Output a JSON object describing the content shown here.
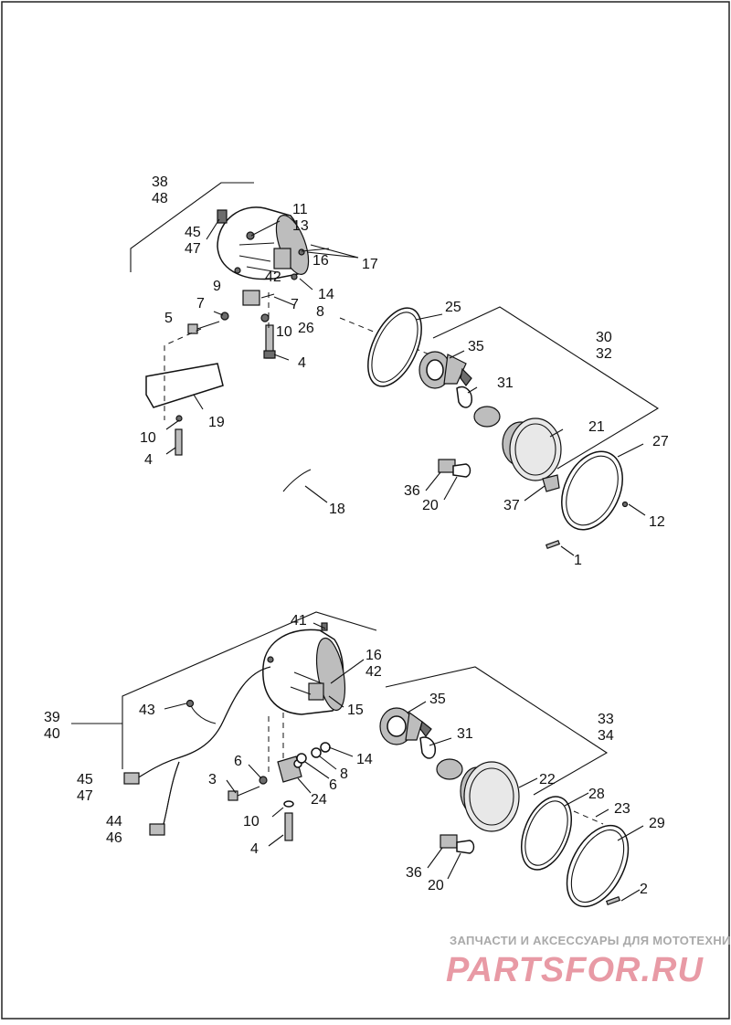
{
  "callouts_top": {
    "c38": "38",
    "c48": "48",
    "c11": "11",
    "c13": "13",
    "c45": "45",
    "c47": "47",
    "c16": "16",
    "c17": "17",
    "c42": "42",
    "c9": "9",
    "c14": "14",
    "c7a": "7",
    "c7b": "7",
    "c8": "8",
    "c5": "5",
    "c10a": "10",
    "c26": "26",
    "c4a": "4",
    "c25": "25",
    "c35": "35",
    "c30": "30",
    "c32": "32",
    "c31": "31",
    "c21": "21",
    "c27": "27",
    "c19": "19",
    "c10b": "10",
    "c4b": "4",
    "c36": "36",
    "c20": "20",
    "c37": "37",
    "c12": "12",
    "c18": "18",
    "c1": "1"
  },
  "callouts_bottom": {
    "c41": "41",
    "c16": "16",
    "c42": "42",
    "c39": "39",
    "c40": "40",
    "c43": "43",
    "c15": "15",
    "c35": "35",
    "c33": "33",
    "c34": "34",
    "c31": "31",
    "c14": "14",
    "c6a": "6",
    "c8": "8",
    "c6b": "6",
    "c3": "3",
    "c24": "24",
    "c22": "22",
    "c28": "28",
    "c23": "23",
    "c45": "45",
    "c47": "47",
    "c44": "44",
    "c46": "46",
    "c10": "10",
    "c29": "29",
    "c4": "4",
    "c36": "36",
    "c2": "2",
    "c20": "20"
  },
  "watermark": {
    "tagline": "ЗАПЧАСТИ И АКСЕССУАРЫ ДЛЯ МОТОТЕХНИКИ",
    "logo": "PARTSFOR.RU"
  },
  "colors": {
    "line": "#111111",
    "watermark_logo": "#e89aa5",
    "watermark_text": "#a9a9a9"
  }
}
